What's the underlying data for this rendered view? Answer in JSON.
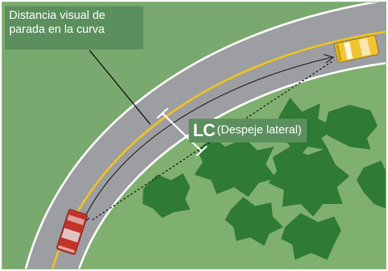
{
  "labels": {
    "title": "Distancia visual de parada en la curva",
    "lc_abbr": "LC",
    "lc_text": "(Despeje lateral)"
  },
  "colors": {
    "grass_outer": "#7aa96f",
    "grass_inner": "#7fb06f",
    "road": "#9c9ea2",
    "road_edge": "#ffffff",
    "center_line": "#f2c21f",
    "trees": "#2f7a34",
    "callout": "#5b8f5d",
    "red_car": "#c2332a",
    "yellow_car": "#f1c532"
  },
  "icons": [
    "red-car-icon",
    "yellow-car-icon",
    "tree-icon"
  ]
}
